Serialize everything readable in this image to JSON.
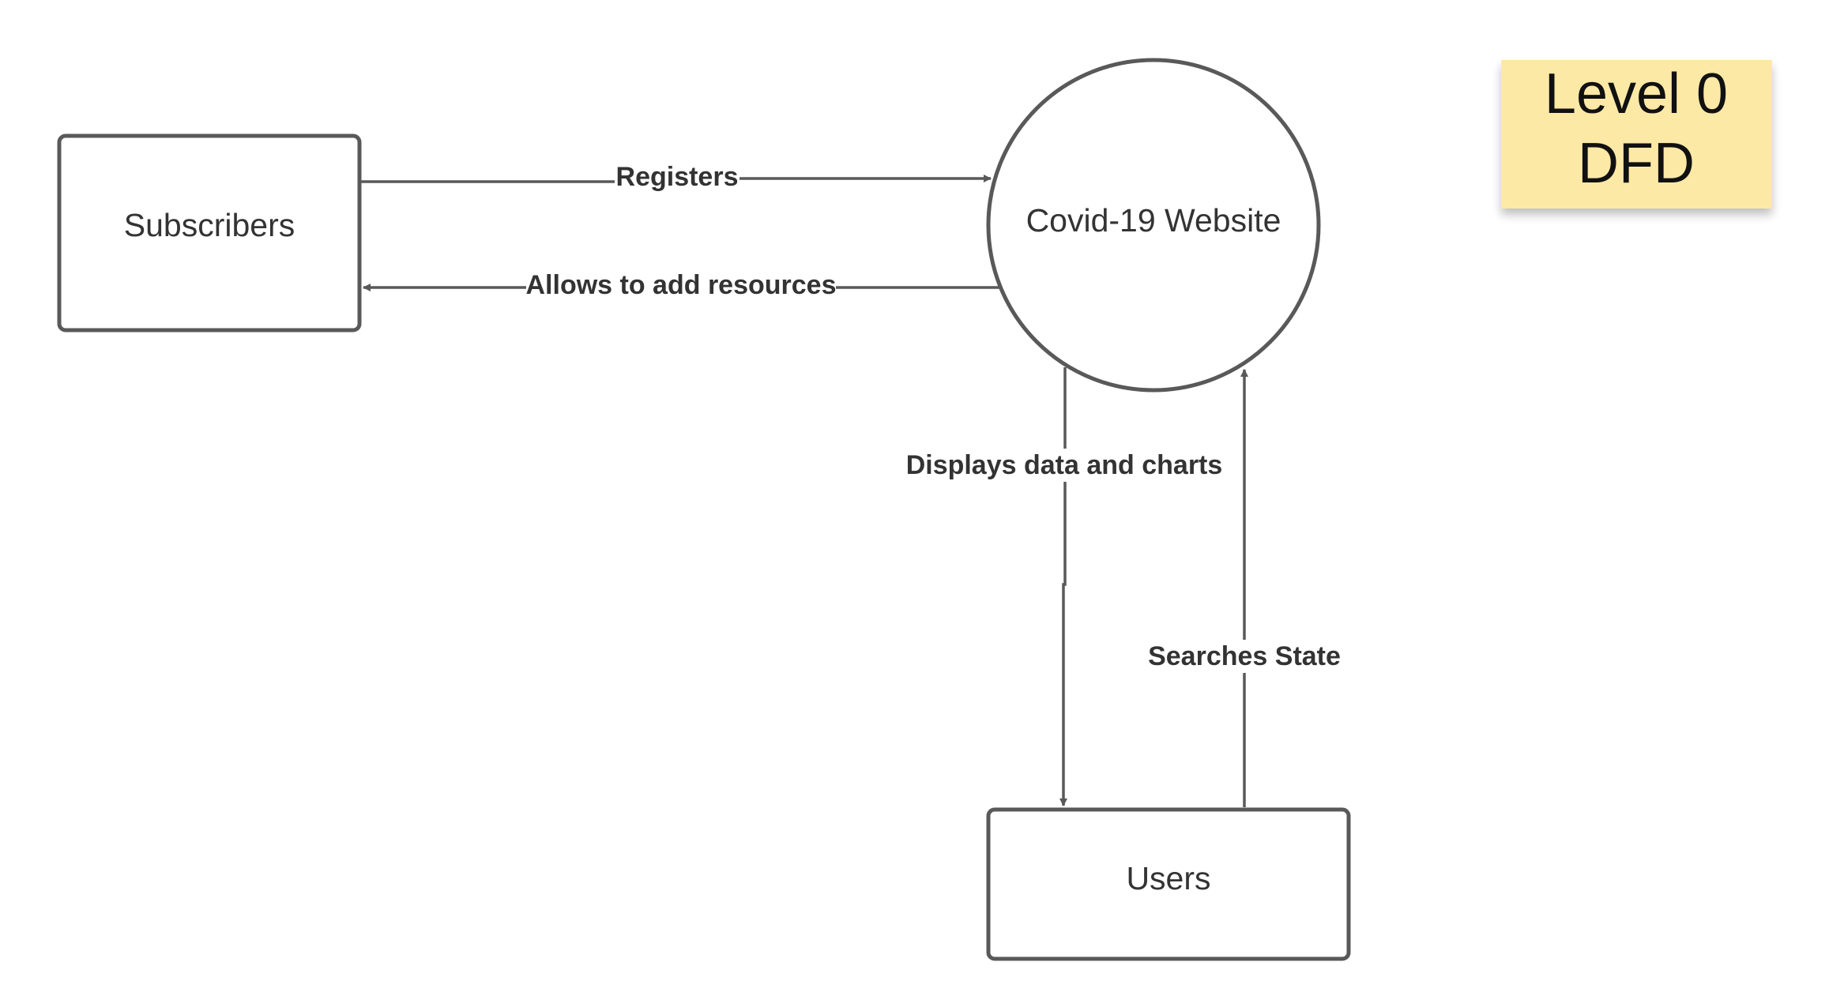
{
  "nodes": {
    "subscribers": {
      "label": "Subscribers",
      "kind": "external-entity"
    },
    "website": {
      "label": "Covid-19 Website",
      "kind": "process"
    },
    "users": {
      "label": "Users",
      "kind": "external-entity"
    }
  },
  "flows": {
    "registers": {
      "label": "Registers",
      "from": "subscribers",
      "to": "website"
    },
    "allows": {
      "label": "Allows to add resources",
      "from": "website",
      "to": "subscribers"
    },
    "displays": {
      "label": "Displays data and charts",
      "from": "website",
      "to": "users"
    },
    "searches": {
      "label": "Searches State",
      "from": "users",
      "to": "website"
    }
  },
  "note": {
    "line1": "Level 0",
    "line2": "DFD"
  },
  "colors": {
    "stroke": "#595959",
    "text": "#333333",
    "note_fill": "#fde9a6",
    "background": "#ffffff"
  }
}
